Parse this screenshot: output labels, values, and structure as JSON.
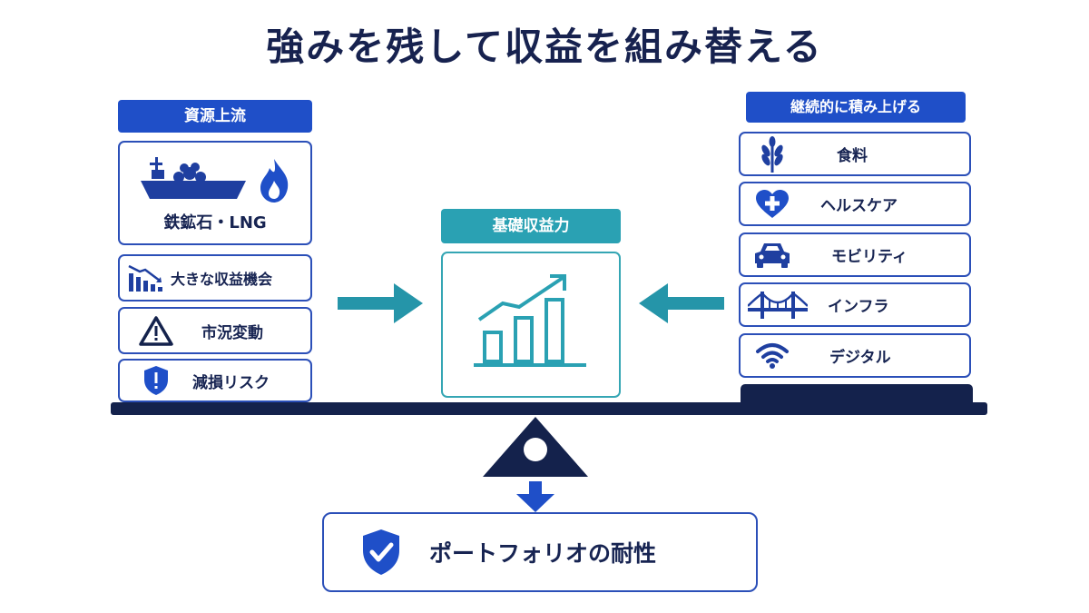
{
  "title": "強みを残して収益を組み替える",
  "left": {
    "header": "資源上流",
    "main_label": "鉄鉱石・LNG",
    "items": [
      {
        "label": "大きな収益機会",
        "icon": "declining-bar-chart-icon"
      },
      {
        "label": "市況変動",
        "icon": "warning-triangle-icon"
      },
      {
        "label": "減損リスク",
        "icon": "shield-alert-icon"
      }
    ],
    "main_icons": [
      "cargo-ship-icon",
      "flame-icon"
    ]
  },
  "center": {
    "header": "基礎収益力",
    "icon": "growth-chart-icon"
  },
  "right": {
    "header": "継続的に積み上げる",
    "items": [
      {
        "label": "食料",
        "icon": "wheat-icon"
      },
      {
        "label": "ヘルスケア",
        "icon": "heart-plus-icon"
      },
      {
        "label": "モビリティ",
        "icon": "car-icon"
      },
      {
        "label": "インフラ",
        "icon": "bridge-icon"
      },
      {
        "label": "デジタル",
        "icon": "wifi-icon"
      }
    ]
  },
  "result": {
    "label": "ポートフォリオの耐性",
    "icon": "shield-check-icon"
  },
  "colors": {
    "navy": "#14224c",
    "blue": "#1f4fc8",
    "teal": "#2aa1b3"
  }
}
